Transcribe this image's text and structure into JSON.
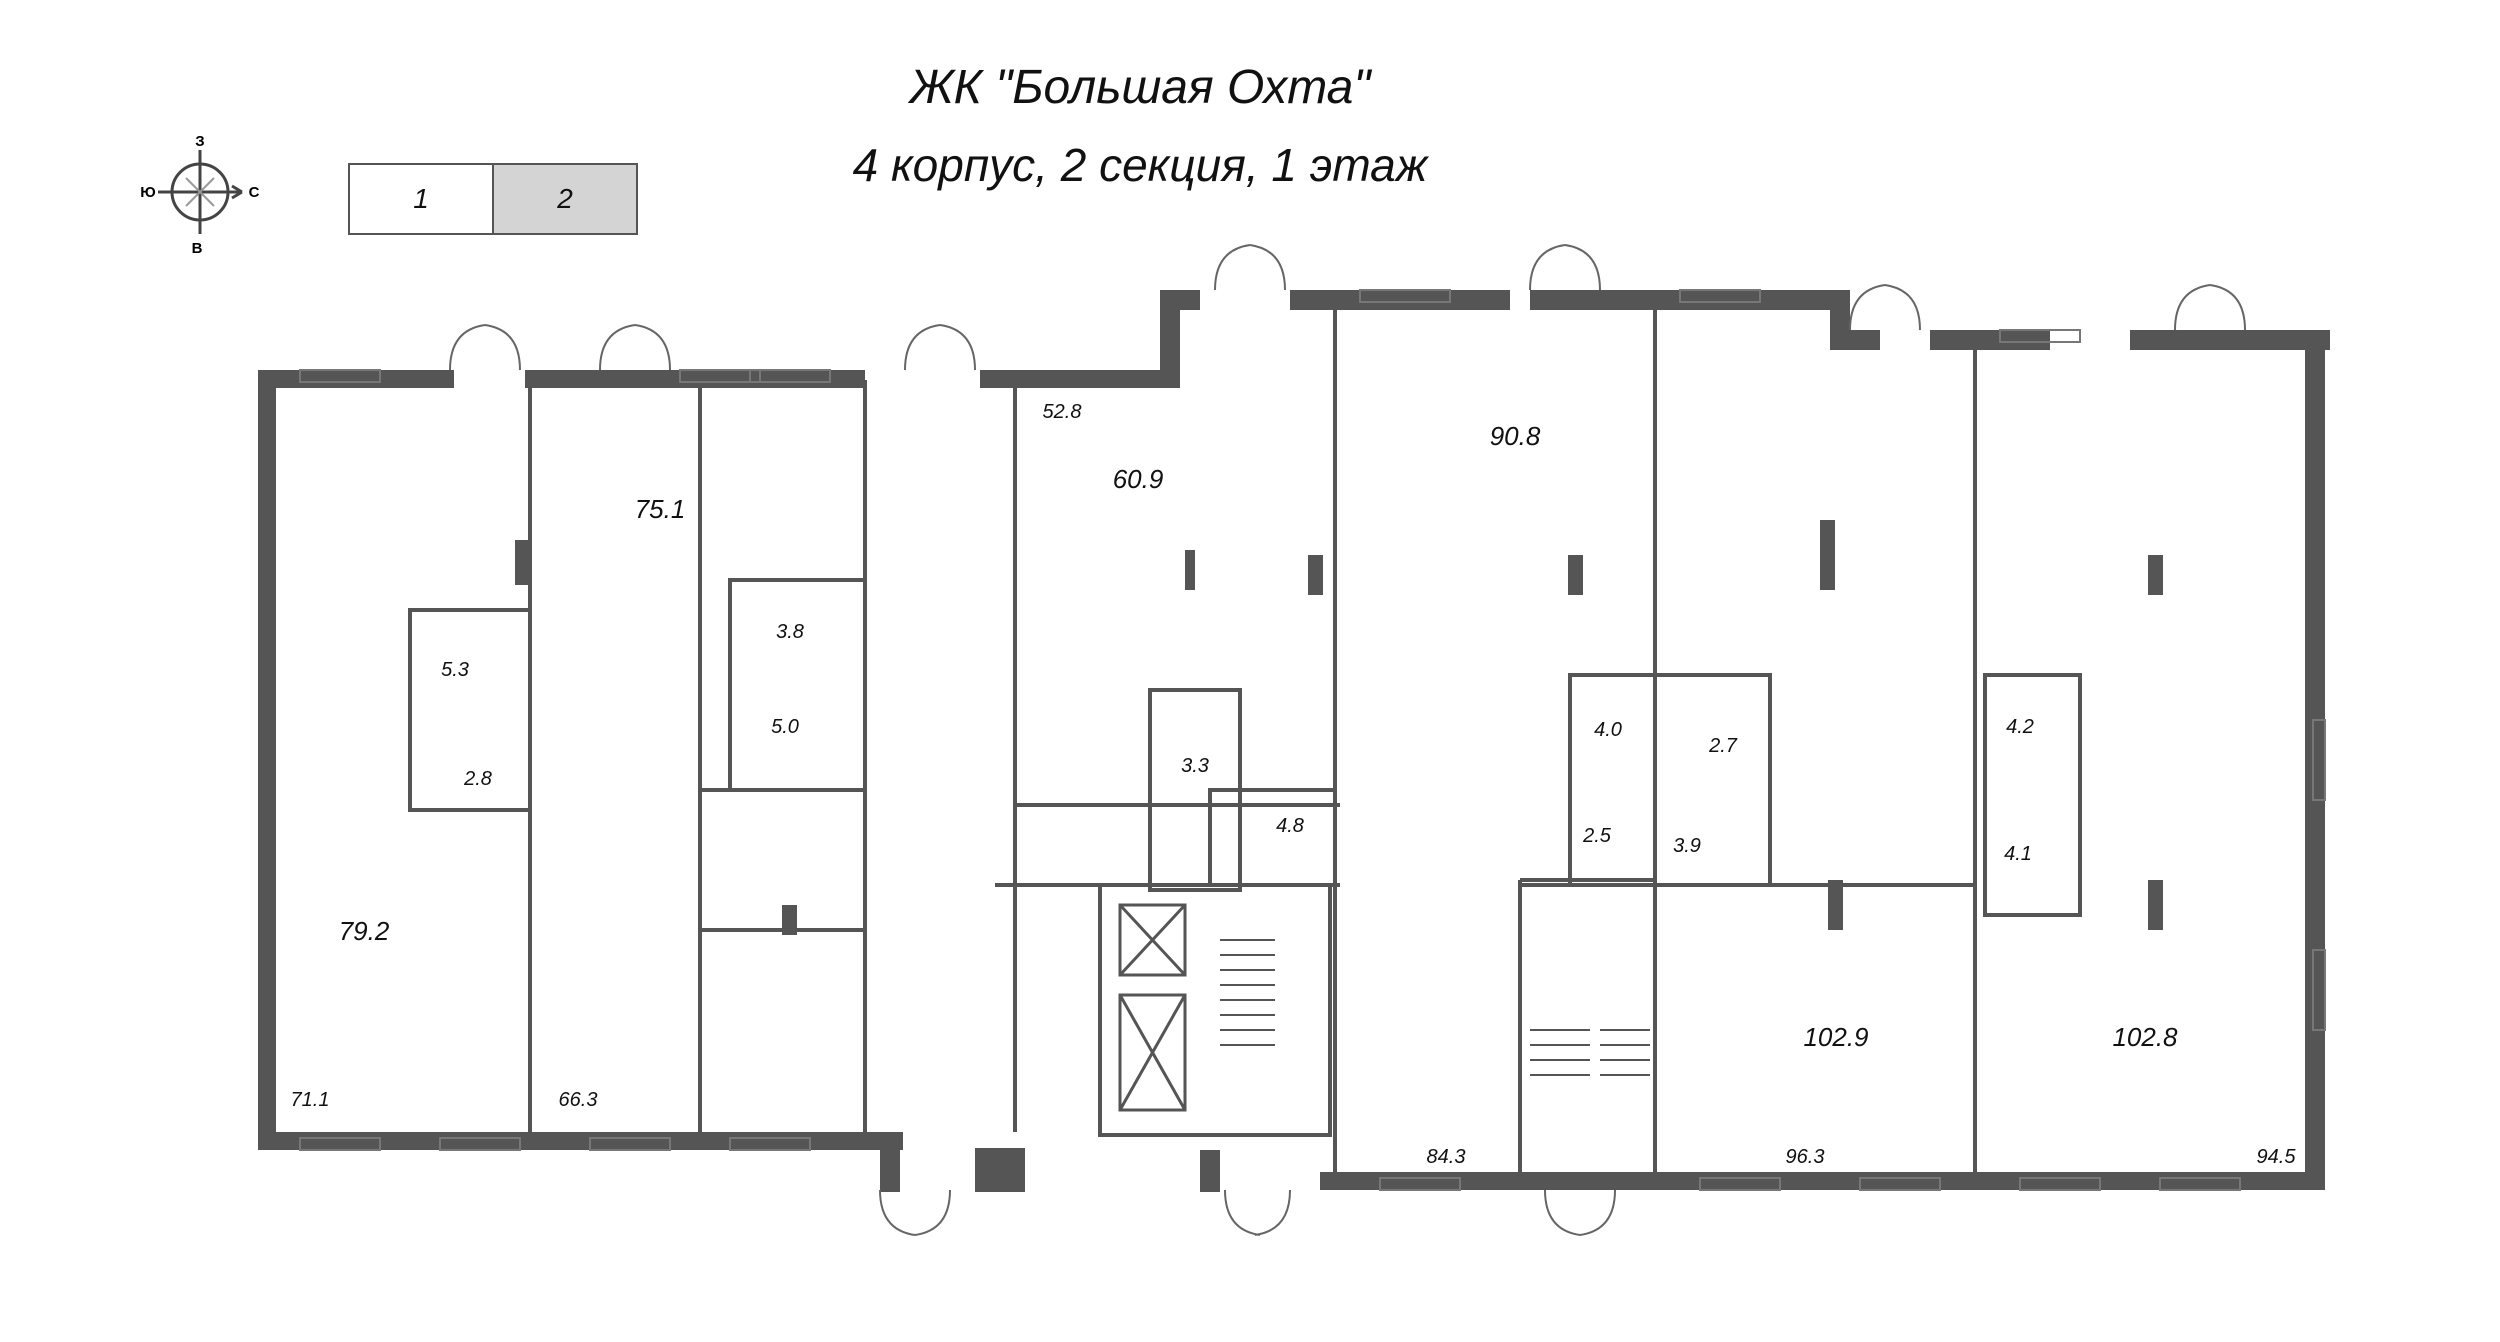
{
  "header": {
    "title": "ЖК \"Большая Охта\"",
    "subtitle": "4 корпус, 2 секция, 1 этаж"
  },
  "section_switch": [
    "1",
    "2"
  ],
  "active_section": "2",
  "compass": {
    "n": "З",
    "w": "Ю",
    "e": "С",
    "s": "В"
  },
  "rooms": [
    {
      "id": "r79_2",
      "label": "79.2"
    },
    {
      "id": "r71_1",
      "label": "71.1"
    },
    {
      "id": "r5_3",
      "label": "5.3"
    },
    {
      "id": "r2_8",
      "label": "2.8"
    },
    {
      "id": "r75_1",
      "label": "75.1"
    },
    {
      "id": "r66_3",
      "label": "66.3"
    },
    {
      "id": "r3_8",
      "label": "3.8"
    },
    {
      "id": "r5_0",
      "label": "5.0"
    },
    {
      "id": "r52_8",
      "label": "52.8"
    },
    {
      "id": "r60_9",
      "label": "60.9"
    },
    {
      "id": "r3_3",
      "label": "3.3"
    },
    {
      "id": "r4_8",
      "label": "4.8"
    },
    {
      "id": "r90_8",
      "label": "90.8"
    },
    {
      "id": "r84_3",
      "label": "84.3"
    },
    {
      "id": "r4_0",
      "label": "4.0"
    },
    {
      "id": "r2_5",
      "label": "2.5"
    },
    {
      "id": "r2_7",
      "label": "2.7"
    },
    {
      "id": "r3_9",
      "label": "3.9"
    },
    {
      "id": "r102_9",
      "label": "102.9"
    },
    {
      "id": "r96_3",
      "label": "96.3"
    },
    {
      "id": "r4_2",
      "label": "4.2"
    },
    {
      "id": "r4_1",
      "label": "4.1"
    },
    {
      "id": "r102_8",
      "label": "102.8"
    },
    {
      "id": "r94_5",
      "label": "94.5"
    }
  ]
}
